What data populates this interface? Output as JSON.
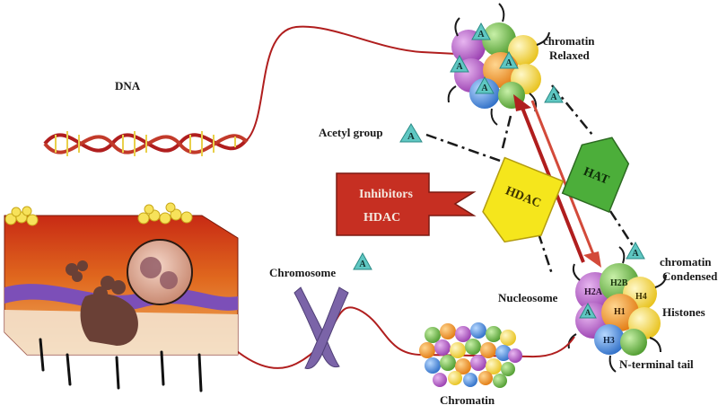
{
  "labels": {
    "dna": "DNA",
    "relaxed_line1": "chromatin",
    "relaxed_line2": "Relaxed",
    "acetyl_group": "Acetyl group",
    "inhibitors_line1": "Inhibitors",
    "inhibitors_line2": "HDAC",
    "hdac": "HDAC",
    "hat": "HAT",
    "chromosome": "Chromosome",
    "nucleosome": "Nucleosome",
    "condensed_line1": "chromatin",
    "condensed_line2": "Condensed",
    "histones": "Histones",
    "n_terminal_tail": "N-terminal tail",
    "chromatin": "Chromatin",
    "acetyl_marker": "A",
    "histone_h2a": "H2A",
    "histone_h2b": "H2B",
    "histone_h1": "H1",
    "histone_h4": "H4",
    "histone_h3": "H3"
  },
  "colors": {
    "strand": "#b01e1e",
    "hdac_arrow": "#f5e61c",
    "hat_arrow": "#4cae3a",
    "inhibitor_box": "#c62f22",
    "acetyl_tag": "#5fc7c2",
    "chromosome": "#7b64a8"
  }
}
